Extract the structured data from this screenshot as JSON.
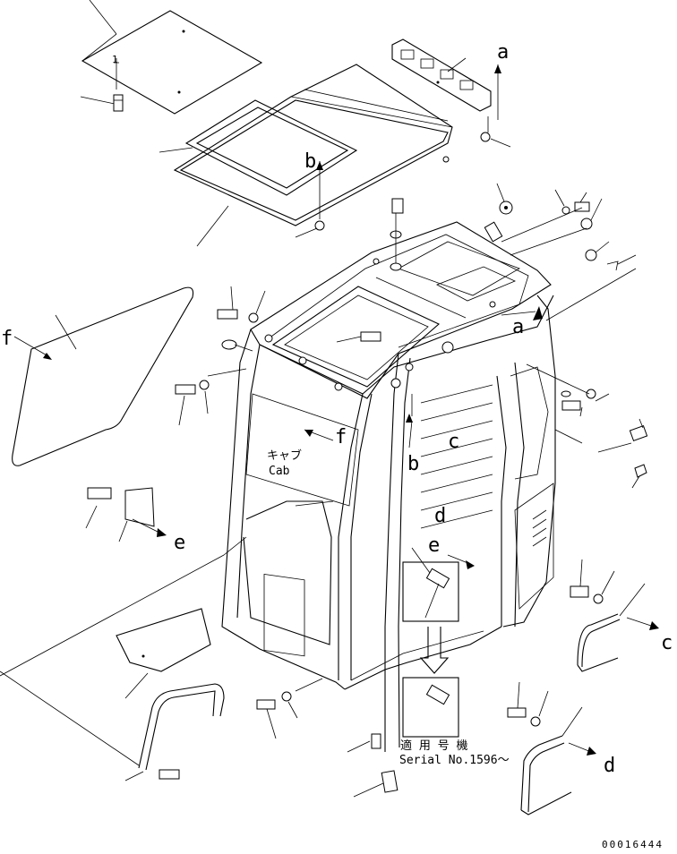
{
  "callouts": {
    "a_top": "a",
    "a_mid": "a",
    "b_roof": "b",
    "b_mid": "b",
    "c_mid": "c",
    "c_right": "c",
    "d_mid": "d",
    "d_right": "d",
    "e_mid": "e",
    "e_left": "e",
    "f_left": "f",
    "f_mid": "f",
    "one": "1"
  },
  "cab_label": {
    "jp": "キャブ",
    "en": "Cab"
  },
  "serial_note": {
    "jp": "適 用 号 機",
    "en": "Serial No.1596～"
  },
  "figure_number": "00016444"
}
